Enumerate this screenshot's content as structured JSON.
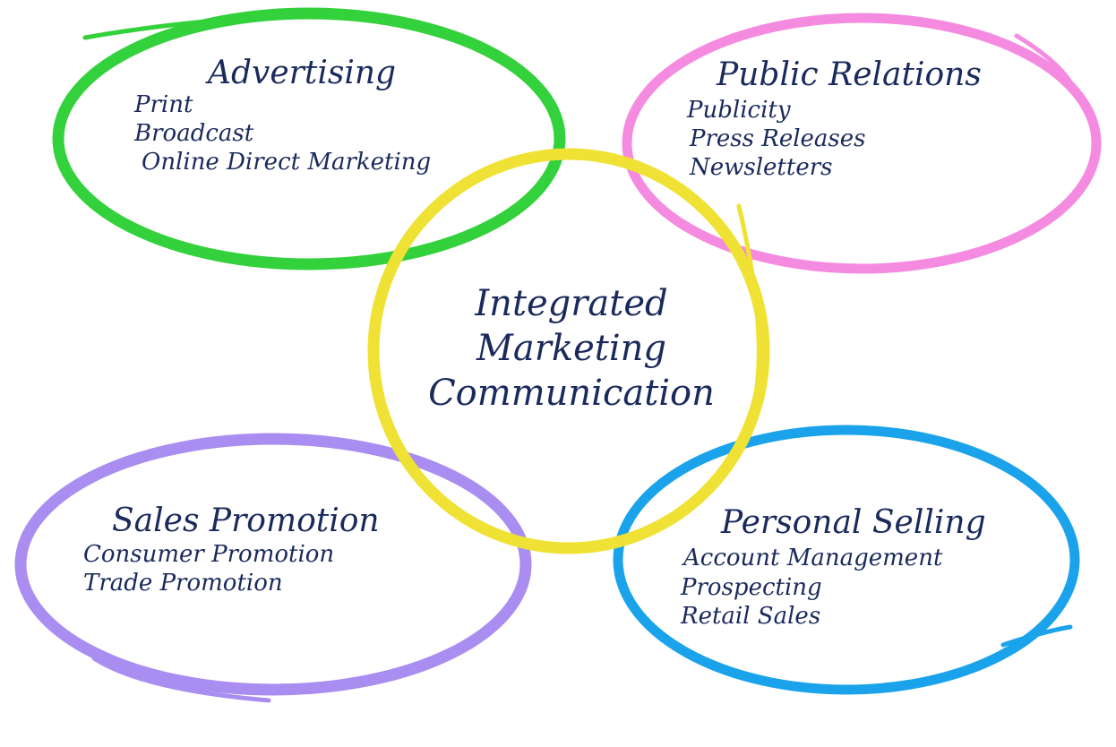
{
  "title": {
    "line1": "Integrated",
    "line2": "Marketing",
    "line3": "Communication"
  },
  "nodes": [
    {
      "heading": "Advertising",
      "items": [
        "Print",
        "Broadcast",
        "Online Direct Marketing"
      ],
      "color": "#33d13b"
    },
    {
      "heading": "Public Relations",
      "items": [
        "Publicity",
        "Press Releases",
        "Newsletters"
      ],
      "color": "#f58be0"
    },
    {
      "heading": "Sales Promotion",
      "items": [
        "Consumer Promotion",
        "Trade Promotion"
      ],
      "color": "#a98df0"
    },
    {
      "heading": "Personal Selling",
      "items": [
        "Account Management",
        "Prospecting",
        "Retail Sales"
      ],
      "color": "#1aa3ea"
    }
  ],
  "center_color": "#efe234",
  "text_color": "#1a2a5c"
}
